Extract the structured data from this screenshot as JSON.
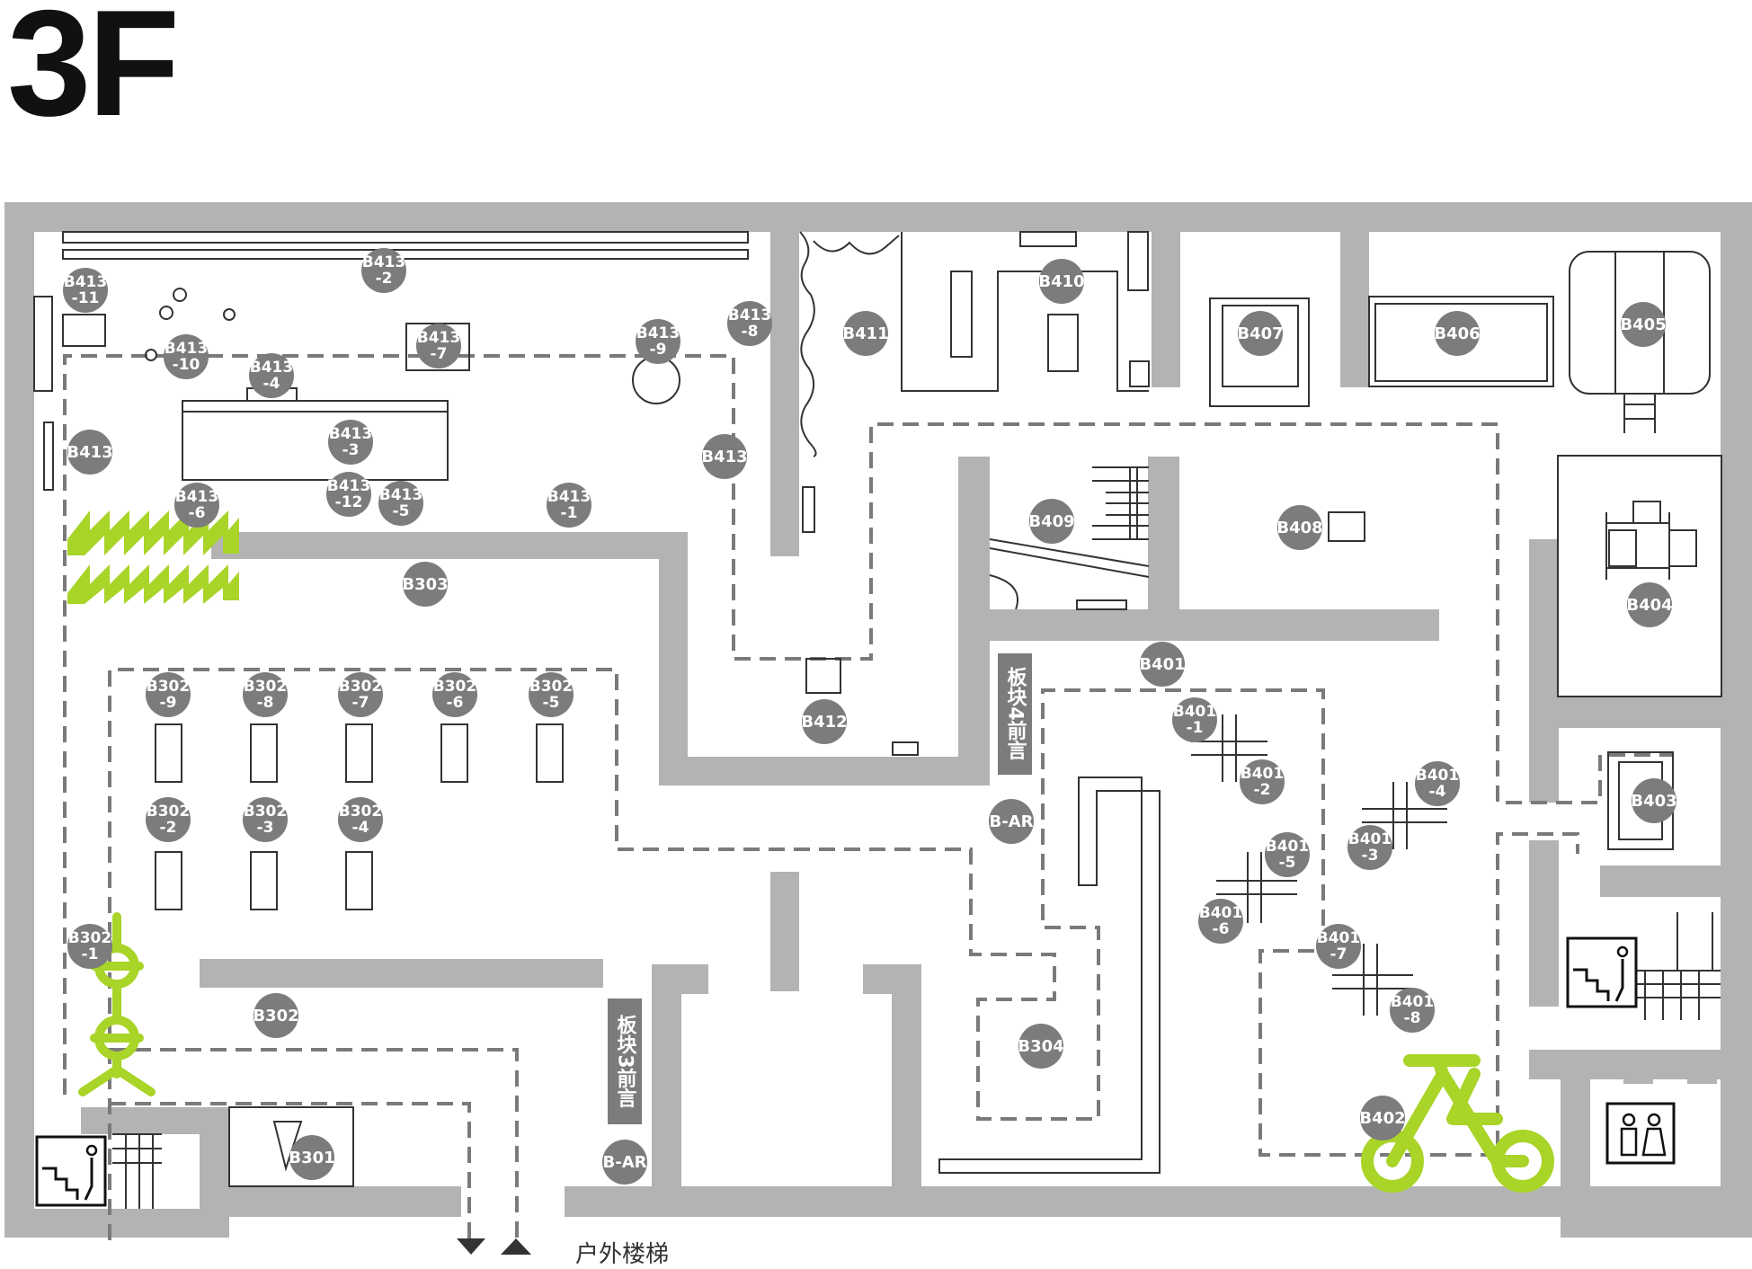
{
  "floor_title": "3F",
  "exit_label": "户外楼梯",
  "section_labels": [
    "板块4前言",
    "板块3前言"
  ],
  "colors": {
    "wall": "#b3b3b3",
    "marker": "#7c7c7c",
    "marker_text": "#ffffff",
    "accent": "#a9d428",
    "route": "#7a7a7a",
    "fixture": "#333333"
  },
  "markers": [
    "B413\n-11",
    "B413\n-2",
    "B413\n-10",
    "B413\n-7",
    "B413\n-4",
    "B413\n-9",
    "B413\n-8",
    "B413",
    "B413\n-3",
    "B413",
    "B413\n-12",
    "B413\n-5",
    "B413\n-6",
    "B413\n-1",
    "B411",
    "B410",
    "B407",
    "B406",
    "B405",
    "B409",
    "B408",
    "B404",
    "B303",
    "B412",
    "B401",
    "B403",
    "B-AR",
    "B302\n-9",
    "B302\n-8",
    "B302\n-7",
    "B302\n-6",
    "B302\n-5",
    "B302\n-2",
    "B302\n-3",
    "B302\n-4",
    "B302\n-1",
    "B302",
    "B401\n-1",
    "B401\n-2",
    "B401\n-4",
    "B401\n-3",
    "B401\n-5",
    "B401\n-6",
    "B401\n-7",
    "B401\n-8",
    "B304",
    "B301",
    "B-AR",
    "B402"
  ],
  "icons": {
    "stairs": "stairs-icon",
    "restroom": "restroom-icon",
    "bicycle": "bicycle-icon",
    "zigzag": "zigzag-installation-icon",
    "figure": "lime-figure-icon",
    "arrow_down": "arrow-down-icon",
    "arrow_up": "arrow-up-icon"
  }
}
